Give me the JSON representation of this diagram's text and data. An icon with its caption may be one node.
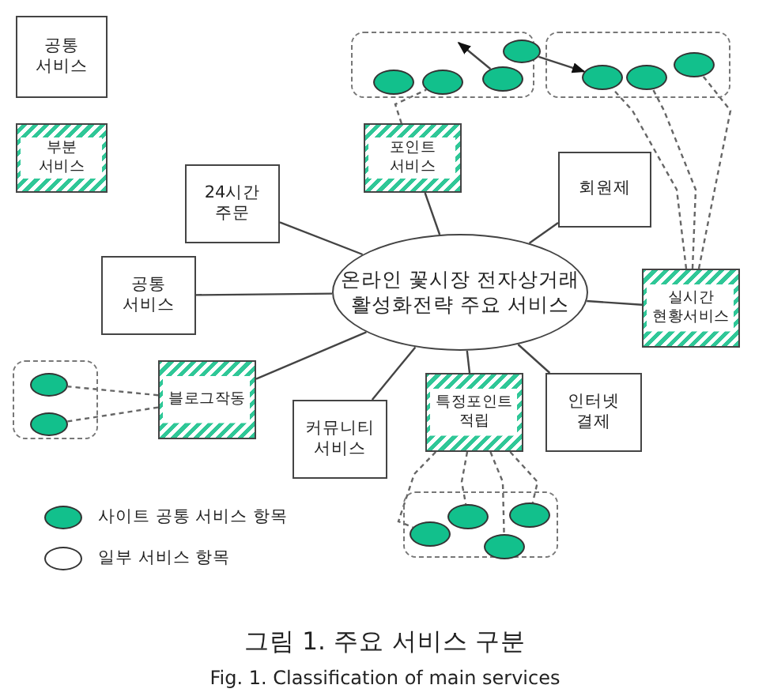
{
  "diagram": {
    "caption": "그림 1. 주요 서비스 구분",
    "nodes": [
      {
        "text": [
          "공통 서비스"
        ]
      },
      {
        "text": [
          "부분 서비스"
        ]
      },
      {
        "text": [
          "온라인 꽃시장 전자상거래 활성화전략 주요 서비스"
        ]
      },
      {
        "text": [
          "24시간 주문"
        ]
      },
      {
        "text": [
          "공통 서비스"
        ]
      },
      {
        "text": [
          "포인트 서비스"
        ]
      },
      {
        "text": [
          "회원제"
        ]
      },
      {
        "text": [
          "실시간 현황서비스"
        ]
      },
      {
        "text": [
          "블로그작동"
        ]
      },
      {
        "text": [
          "커뮤니티 서비스"
        ]
      },
      {
        "text": [
          "특정포인트 적립"
        ]
      },
      {
        "text": [
          "인터넷 결제"
        ]
      },
      {
        "text": [],
        "shape": "box"
      },
      {
        "text": [],
        "shape": "ellipse",
        "in": 12
      },
      {
        "text": [],
        "shape": "ellipse",
        "in": 12
      },
      {
        "text": [],
        "shape": "ellipse",
        "in": 12
      },
      {
        "text": [],
        "shape": "ellipse"
      },
      {
        "text": [],
        "shape": "box"
      },
      {
        "text": [],
        "shape": "ellipse",
        "in": 17
      },
      {
        "text": [],
        "shape": "ellipse",
        "in": 17
      },
      {
        "text": [],
        "shape": "ellipse",
        "in": 17
      },
      {
        "text": [],
        "shape": "box"
      },
      {
        "text": [],
        "shape": "ellipse",
        "in": 21
      },
      {
        "text": [],
        "shape": "ellipse",
        "in": 21
      },
      {
        "text": [],
        "shape": "box"
      },
      {
        "text": [],
        "shape": "ellipse",
        "in": 24
      },
      {
        "text": [],
        "shape": "ellipse",
        "in": 24
      },
      {
        "text": [],
        "shape": "ellipse",
        "in": 24
      },
      {
        "text": [],
        "shape": "ellipse",
        "in": 24
      }
    ],
    "edges": [
      {
        "from": 2,
        "to": 3,
        "arrow": "none"
      },
      {
        "from": 2,
        "to": 4,
        "arrow": "none"
      },
      {
        "from": 2,
        "to": 5,
        "arrow": "none"
      },
      {
        "from": 2,
        "to": 6,
        "arrow": "none"
      },
      {
        "from": 2,
        "to": 7,
        "arrow": "none"
      },
      {
        "from": 2,
        "to": 8,
        "arrow": "none"
      },
      {
        "from": 2,
        "to": 9,
        "arrow": "none"
      },
      {
        "from": 2,
        "to": 10,
        "arrow": "none"
      },
      {
        "from": 2,
        "to": 11,
        "arrow": "none"
      },
      {
        "from": 5,
        "to": 14,
        "arrow": "none",
        "style": "dashed"
      },
      {
        "from": 7,
        "to": 18,
        "arrow": "none",
        "style": "dashed"
      },
      {
        "from": 7,
        "to": 19,
        "arrow": "none",
        "style": "dashed"
      },
      {
        "from": 7,
        "to": 20,
        "arrow": "none",
        "style": "dashed"
      },
      {
        "from": 8,
        "to": 22,
        "arrow": "none",
        "style": "dashed"
      },
      {
        "from": 8,
        "to": 23,
        "arrow": "none",
        "style": "dashed"
      },
      {
        "from": 10,
        "to": 25,
        "arrow": "none",
        "style": "dashed"
      },
      {
        "from": 10,
        "to": 26,
        "arrow": "none",
        "style": "dashed"
      },
      {
        "from": 10,
        "to": 27,
        "arrow": "none",
        "style": "dashed"
      },
      {
        "from": 10,
        "to": 28,
        "arrow": "none",
        "style": "dashed"
      },
      {
        "from": 15,
        "to": null,
        "arrow": "to"
      },
      {
        "from": 16,
        "to": 18,
        "arrow": "to"
      }
    ],
    "labels": [
      "Fig. 1. Classification of main services"
    ],
    "legend": [
      {
        "text": "사이트 공통 서비스 항목",
        "color": "#12c08c"
      },
      {
        "text": "일부 서비스 항목",
        "color": "#ffffff"
      }
    ]
  }
}
